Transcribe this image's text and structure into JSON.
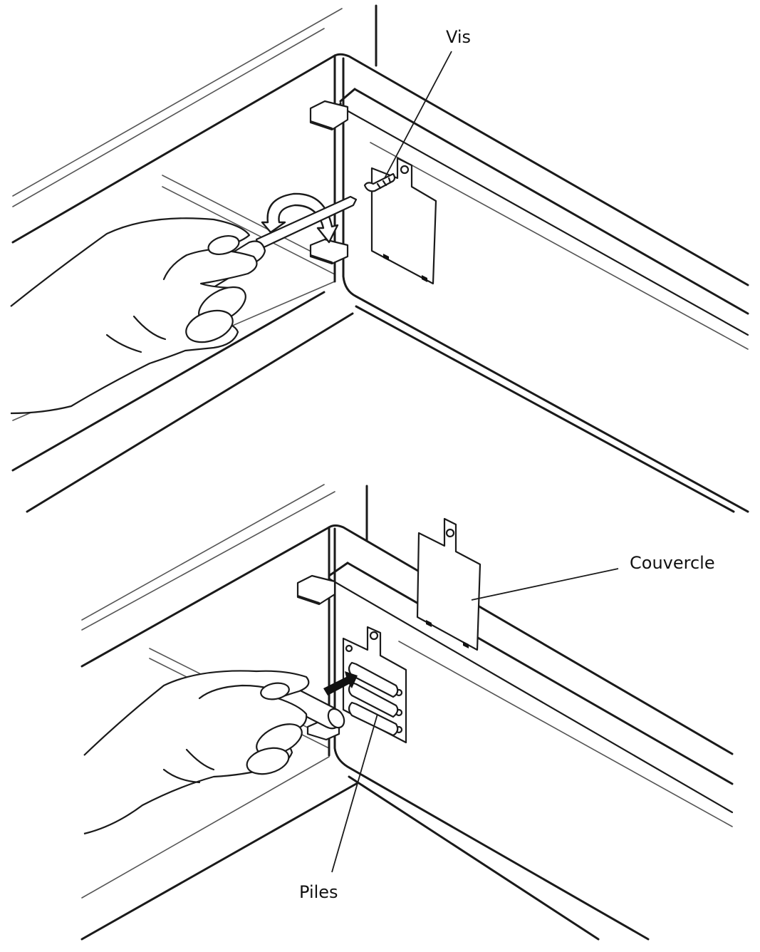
{
  "callouts": {
    "screw": "Vis",
    "cover": "Couvercle",
    "batteries": "Piles"
  },
  "colors": {
    "line": "#1a1a1a",
    "background": "#ffffff"
  },
  "icons": {
    "rotation_arrow": "curved-arrow-icon",
    "insert_arrow": "arrow-right-icon"
  }
}
